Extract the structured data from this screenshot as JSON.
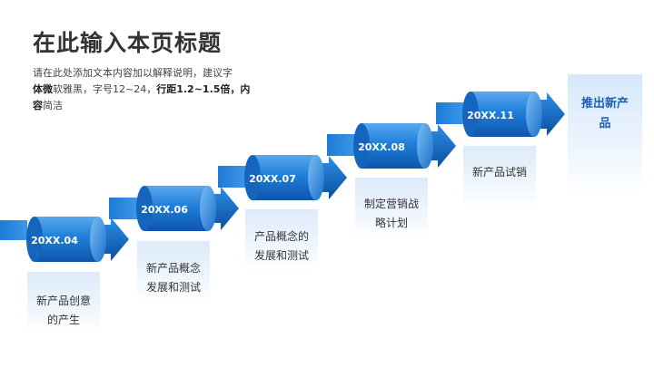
{
  "title": "在此输入本页标题",
  "description": {
    "line1": "请在此处添加文本内容加以解释说明，建议字",
    "line2_bold": "体微",
    "line2_rest": "软雅黑，字号12~24，",
    "line2_bold2": "行距1.2~1.5倍，内",
    "line3_bold": "容",
    "line3_rest": "简洁"
  },
  "steps": [
    {
      "date": "20XX.04",
      "caption_l1": "新产品创意",
      "caption_l2": "的产生"
    },
    {
      "date": "20XX.06",
      "caption_l1": "新产品概念",
      "caption_l2": "发展和测试"
    },
    {
      "date": "20XX.07",
      "caption_l1": "产品概念的",
      "caption_l2": "发展和测试"
    },
    {
      "date": "20XX.08",
      "caption_l1": "制定营销战",
      "caption_l2": "略计划"
    },
    {
      "date": "20XX.11",
      "caption_l1": "新产品试销",
      "caption_l2": ""
    }
  ],
  "final": {
    "line1": "推出新产",
    "line2": "品"
  },
  "colors": {
    "accent": "#1f7fd8",
    "accent_dark": "#0a4fa0",
    "accent_light": "#6fb3f0"
  }
}
